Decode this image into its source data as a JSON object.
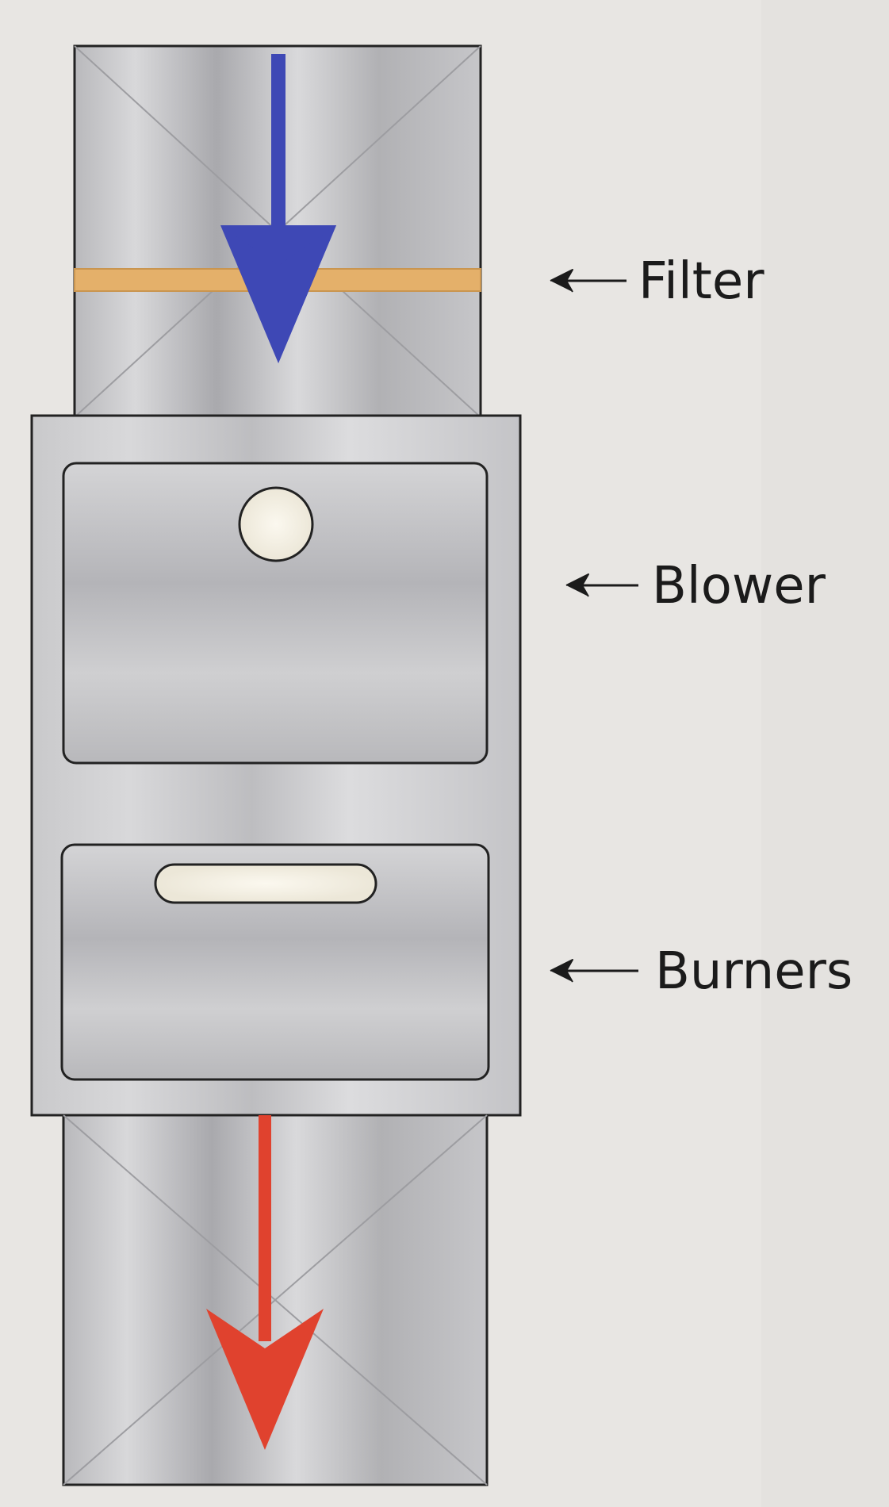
{
  "labels": {
    "filter": "Filter",
    "blower": "Blower",
    "burners": "Burners"
  },
  "colors": {
    "background": "#e8e6e3",
    "metal_light": "#d2d2d4",
    "metal_dark": "#9a9a9e",
    "outline": "#222222",
    "filter_strip": "#e4b06a",
    "cold_air_arrow": "#3e48b5",
    "hot_air_arrow": "#e0422e",
    "window_glow": "#f4f0e6"
  },
  "icons": {
    "intake_arrow": "down-arrow-blue",
    "supply_arrow": "down-arrow-red",
    "callout_arrow": "left-arrow"
  }
}
